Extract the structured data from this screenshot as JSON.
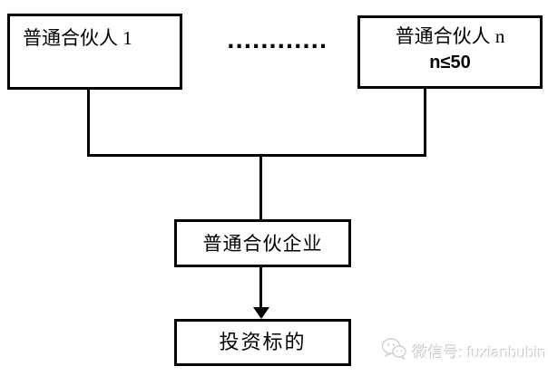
{
  "page": {
    "background": "#ffffff",
    "line_color": "#000000",
    "watermark_color": "#c3c3c3"
  },
  "diagram": {
    "nodes": {
      "gp1": {
        "label": "普通合伙人 1"
      },
      "gpn": {
        "label": "普通合伙人 n",
        "sublabel": "n≤50"
      },
      "partnership": {
        "label": "普通合伙企业"
      },
      "target": {
        "label": "投资标的"
      }
    },
    "ellipsis": "............"
  },
  "watermark": {
    "icon": "wechat-icon",
    "text": "微信号: fuxianbubin"
  }
}
